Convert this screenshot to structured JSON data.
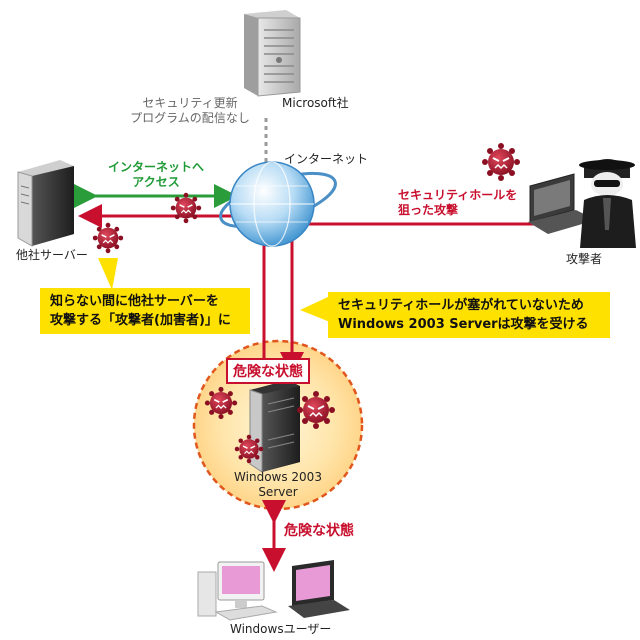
{
  "labels": {
    "microsoft": "Microsoft社",
    "no_update": "セキュリティ更新\nプログラムの配信なし",
    "internet": "インターネット",
    "internet_access": "インターネットへ\nアクセス",
    "other_server": "他社サーバー",
    "attacker": "攻撃者",
    "hole_attack": "セキュリティホールを\n狙った攻撃",
    "callout_left": "知らない間に他社サーバーを\n攻撃する「攻撃者(加害者)」に",
    "callout_right": "セキュリティホールが塞がれていないため\nWindows 2003 Serverは攻撃を受ける",
    "danger_top": "危険な状態",
    "server_name": "Windows 2003\nServer",
    "danger_side": "危険な状態",
    "windows_user": "Windowsユーザー"
  },
  "colors": {
    "attack_red": "#c8102e",
    "access_green": "#2a9d3a",
    "callout_yellow": "#ffe100",
    "virus_red": "#a3142a"
  },
  "icons": [
    "server-tower-icon",
    "globe-icon",
    "attacker-icon",
    "virus-icon",
    "desktop-pc-icon",
    "laptop-icon"
  ]
}
